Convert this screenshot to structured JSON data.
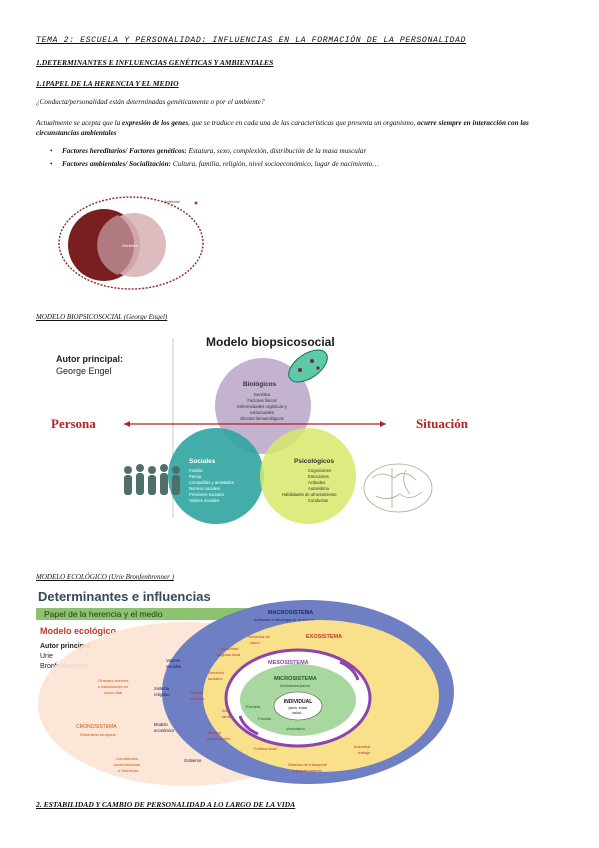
{
  "header": "TEMA 2: ESCUELA Y PERSONALIDAD: INFLUENCIAS EN LA FORMACIÓN DE LA PERSONALIDAD",
  "section1": "1.DETERMINANTES E INFLUENCIAS GENÉTICAS Y AMBIENTALES",
  "section11": "1.1PAPEL DE LA HERENCIA Y EL MEDIO",
  "question": "¿Conducta/personalidad están determinadas genéticamente o por el ambiente?",
  "paragraph": {
    "p1": "Actualmente se acepta que la ",
    "b1": "expresión de los genes",
    "p2": ", que se traduce en cada una de las características que presenta un organismo, ",
    "b2": "ocurre siempre en interacción con las circunstancias ambientales"
  },
  "bullets": [
    {
      "label": "Factores hereditarios/ Factores genéticos:",
      "text": " Estatura, sexo, complexión, distribución de la masa muscular"
    },
    {
      "label": "Factores ambientales/ Socialización:",
      "text": " Cultura, familia, religión, nivel socioeconómico, lugar de nacimiento…"
    }
  ],
  "venn": {
    "corner": "Ambiental",
    "center": "Genético"
  },
  "caption1": "MODELO BIOPSICOSOCIAL (George Engel)",
  "bio": {
    "title": "Modelo biopsicosocial",
    "author_label": "Autor principal:",
    "author": "George Engel",
    "left": "Persona",
    "right": "Situación",
    "bio_title": "Biológicos",
    "bio_items": [
      "Genética",
      "Factores físicos",
      "Enfermedades orgánicas y",
      "estructurales",
      "Efectos farmacológicos"
    ],
    "soc_title": "Sociales",
    "soc_items": [
      "Familia",
      "Pareja",
      "Compañías y amistades",
      "Normas sociales",
      "Presiones sociales",
      "Valores sociales"
    ],
    "psi_title": "Psicológicos",
    "psi_items": [
      "Cogniciones",
      "Emociones",
      "Actitudes",
      "Autoestima",
      "Habilidades de afrontamiento",
      "Conductas"
    ]
  },
  "caption2": "MODELO ECOLÓGICO (Urie Bronfenbrenner )",
  "eco": {
    "banner": "Determinantes e influencias",
    "subbanner": "Papel de la herencia y el medio",
    "model": "Modelo ecológico",
    "author_label": "Autor principal:",
    "author1": "Urie",
    "author2": "Bronfenbrenner",
    "macro": "MACROSISTEMA",
    "macro_sub": "Actitudes e ideología de la cultura",
    "exo": "EXOSISTEMA",
    "meso": "MESOSISTEMA",
    "micro": "MICROSISTEMA",
    "individual": "INDIVIDUAL",
    "individual_sub1": "(sexo, edad,",
    "individual_sub2": "salud...",
    "crono": "CRONOSISTEMA",
    "crono_sub": "Dimensión temporal",
    "crono_a": "Grandes eventos",
    "crono_b": "o transiciones en",
    "crono_c": "curso vital",
    "crono_d": "Condiciones",
    "crono_e": "sociohistóricas",
    "crono_f": "e históricas",
    "macro_items": [
      "Valores",
      "sociales",
      "Sistema",
      "religioso",
      "Modelo",
      "económico",
      "Gobierno"
    ],
    "exo_items": [
      "Servicios de",
      "salud",
      "Comunidad",
      "religiosa local",
      "Servicios",
      "sociales",
      "Familia",
      "extensa",
      "Amistades",
      "familia",
      "Medios",
      "comunicación",
      "Política local",
      "Industria/",
      "trabajo",
      "Sistema de transporte",
      "y abastecimiento",
      "Vecindario"
    ],
    "micro_items": [
      "Amistades/pares",
      "Escuela",
      "Familia",
      "Vecindario"
    ]
  },
  "section2": "2. ESTABILIDAD Y CAMBIO DE PERSONALIDAD A LO LARGO DE LA VIDA"
}
